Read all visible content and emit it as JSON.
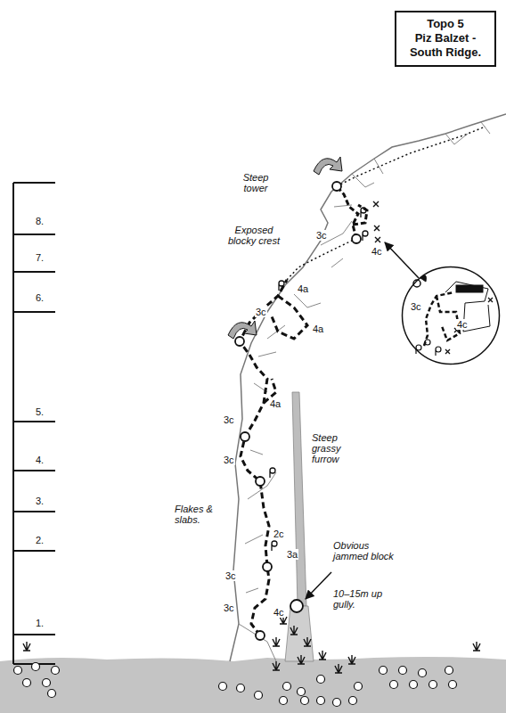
{
  "diagram": {
    "title": "Topo 5",
    "nodes": [
      {
        "text": [
          "3c",
          "4c"
        ]
      }
    ],
    "labels": [
      "Piz Balzet - South Ridge.",
      "8.",
      "7.",
      "6.",
      "5.",
      "4.",
      "3.",
      "2.",
      "1.",
      "Steep tower",
      "Exposed blocky crest",
      "3c",
      "4c",
      "4a",
      "3c",
      "4a",
      "4a",
      "3c",
      "3c",
      "Steep grassy furrow",
      "Flakes & slabs.",
      "2c",
      "3a",
      "Obvious jammed block",
      "3c",
      "3c",
      "4c",
      "10–15m up gully."
    ]
  }
}
